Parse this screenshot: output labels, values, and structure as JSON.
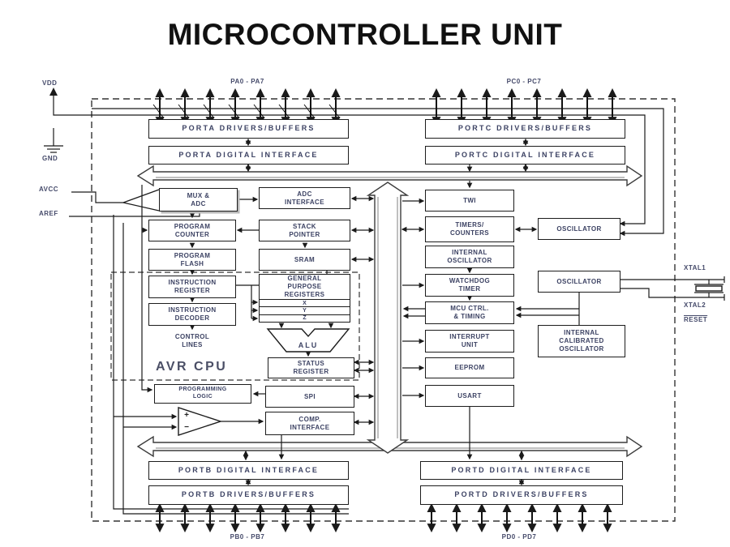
{
  "title": "MICROCONTROLLER UNIT",
  "pins": {
    "vdd": "VDD",
    "gnd": "GND",
    "avcc": "AVCC",
    "aref": "AREF",
    "pa": "PA0 - PA7",
    "pc": "PC0 - PC7",
    "pb": "PB0 - PB7",
    "pd": "PD0 - PD7",
    "xtal1": "XTAL1",
    "xtal2": "XTAL2",
    "reset": "RESET"
  },
  "blocks": {
    "porta_drivers": "PORTA DRIVERS/BUFFERS",
    "portc_drivers": "PORTC DRIVERS/BUFFERS",
    "porta_digital": "PORTA DIGITAL INTERFACE",
    "portc_digital": "PORTC DIGITAL INTERFACE",
    "mux_adc": "MUX &\nADC",
    "adc_interface": "ADC\nINTERFACE",
    "twi": "TWI",
    "program_counter": "PROGRAM\nCOUNTER",
    "stack_pointer": "STACK\nPOINTER",
    "timers_counters": "TIMERS/\nCOUNTERS",
    "oscillator_top": "OSCILLATOR",
    "program_flash": "PROGRAM\nFLASH",
    "sram": "SRAM",
    "internal_oscillator": "INTERNAL\nOSCILLATOR",
    "instruction_register": "INSTRUCTION\nREGISTER",
    "general_purpose_registers": "GENERAL\nPURPOSE\nREGISTERS",
    "reg_x": "X",
    "reg_y": "Y",
    "reg_z": "Z",
    "watchdog_timer": "WATCHDOG\nTIMER",
    "oscillator_right": "OSCILLATOR",
    "instruction_decoder": "INSTRUCTION\nDECODER",
    "mcu_ctrl_timing": "MCU CTRL.\n& TIMING",
    "control_lines": "CONTROL\nLINES",
    "alu": "ALU",
    "interrupt_unit": "INTERRUPT\nUNIT",
    "internal_calibrated_oscillator": "INTERNAL\nCALIBRATED\nOSCILLATOR",
    "avr_cpu": "AVR CPU",
    "status_register": "STATUS\nREGISTER",
    "eeprom": "EEPROM",
    "programming_logic": "PROGRAMMING\nLOGIC",
    "spi": "SPI",
    "usart": "USART",
    "comp_interface": "COMP.\nINTERFACE",
    "portb_digital": "PORTB DIGITAL INTERFACE",
    "portd_digital": "PORTD DIGITAL INTERFACE",
    "portb_drivers": "PORTB DRIVERS/BUFFERS",
    "portd_drivers": "PORTD DRIVERS/BUFFERS"
  },
  "comparator": {
    "plus": "+",
    "minus": "−"
  }
}
